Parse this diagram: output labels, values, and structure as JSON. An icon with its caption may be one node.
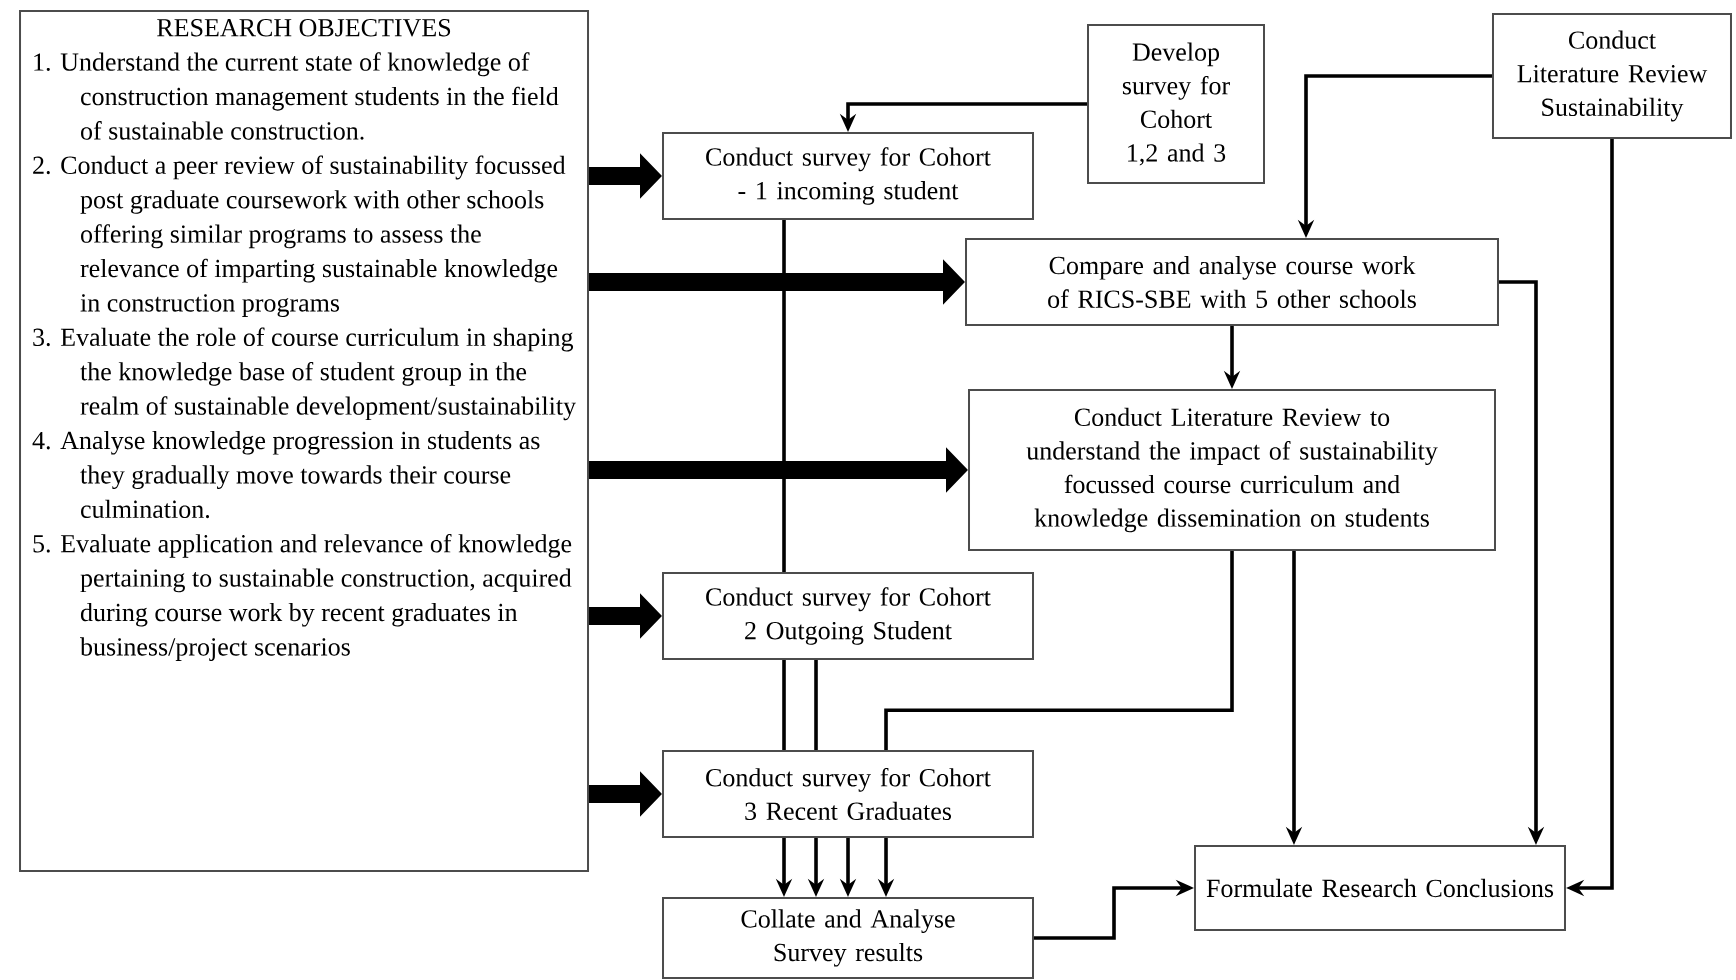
{
  "diagram": {
    "nodes": [
      {
        "text": [
          "RESEARCH OBJECTIVES",
          "1. Understand the current state of knowledge of construction management students in the field of sustainable construction.",
          "2. Conduct a peer review of sustainability focussed post graduate coursework with other schools offering similar programs to assess the relevance of imparting sustainable knowledge in construction programs",
          "3. Evaluate the role of course curriculum in shaping the knowledge base of student group in the realm of sustainable development/sustainability",
          "4. Analyse knowledge progression in students as they gradually move towards their course culmination.",
          "5. Evaluate application and relevance of knowledge pertaining to sustainable construction, acquired during course work by recent graduates in business/project scenarios"
        ]
      },
      {
        "text": [
          "Develop survey for Cohort 1,2 and 3"
        ]
      },
      {
        "text": [
          "Conduct Literature Review Sustainability"
        ]
      },
      {
        "text": [
          "Conduct survey for Cohort - 1 incoming student"
        ]
      },
      {
        "text": [
          "Compare and analyse course work of RICS-SBE with 5 other schools"
        ]
      },
      {
        "text": [
          "Conduct Literature Review to understand the impact of sustainability focussed course curriculum and knowledge dissemination on students"
        ]
      },
      {
        "text": [
          "Conduct survey for Cohort 2 Outgoing Student"
        ]
      },
      {
        "text": [
          "Conduct survey for Cohort 3 Recent Graduates"
        ]
      },
      {
        "text": [
          "Collate and Analyse Survey results"
        ]
      },
      {
        "text": [
          "Formulate Research Conclusions"
        ]
      }
    ],
    "edges": [
      {
        "from": 0,
        "to": 3,
        "arrow": "to",
        "style": "thick"
      },
      {
        "from": 0,
        "to": 4,
        "arrow": "to",
        "style": "thick"
      },
      {
        "from": 0,
        "to": 5,
        "arrow": "to",
        "style": "thick"
      },
      {
        "from": 0,
        "to": 6,
        "arrow": "to",
        "style": "thick"
      },
      {
        "from": 0,
        "to": 7,
        "arrow": "to",
        "style": "thick"
      },
      {
        "from": 1,
        "to": 3,
        "arrow": "to"
      },
      {
        "from": 2,
        "to": 4,
        "arrow": "to"
      },
      {
        "from": 2,
        "to": 9,
        "arrow": "to"
      },
      {
        "from": 4,
        "to": 5,
        "arrow": "to"
      },
      {
        "from": 4,
        "to": 9,
        "arrow": "to"
      },
      {
        "from": 5,
        "to": 9,
        "arrow": "to"
      },
      {
        "from": 5,
        "to": 7,
        "arrow": "none"
      },
      {
        "from": 3,
        "to": 6,
        "arrow": "none"
      },
      {
        "from": 6,
        "to": 7,
        "arrow": "none"
      },
      {
        "from": 6,
        "to": 7,
        "arrow": "none"
      },
      {
        "from": 7,
        "to": 8,
        "arrow": "to"
      },
      {
        "from": 7,
        "to": 8,
        "arrow": "to"
      },
      {
        "from": 7,
        "to": 8,
        "arrow": "to"
      },
      {
        "from": 7,
        "to": 8,
        "arrow": "to"
      },
      {
        "from": 8,
        "to": 9,
        "arrow": "to"
      }
    ]
  }
}
